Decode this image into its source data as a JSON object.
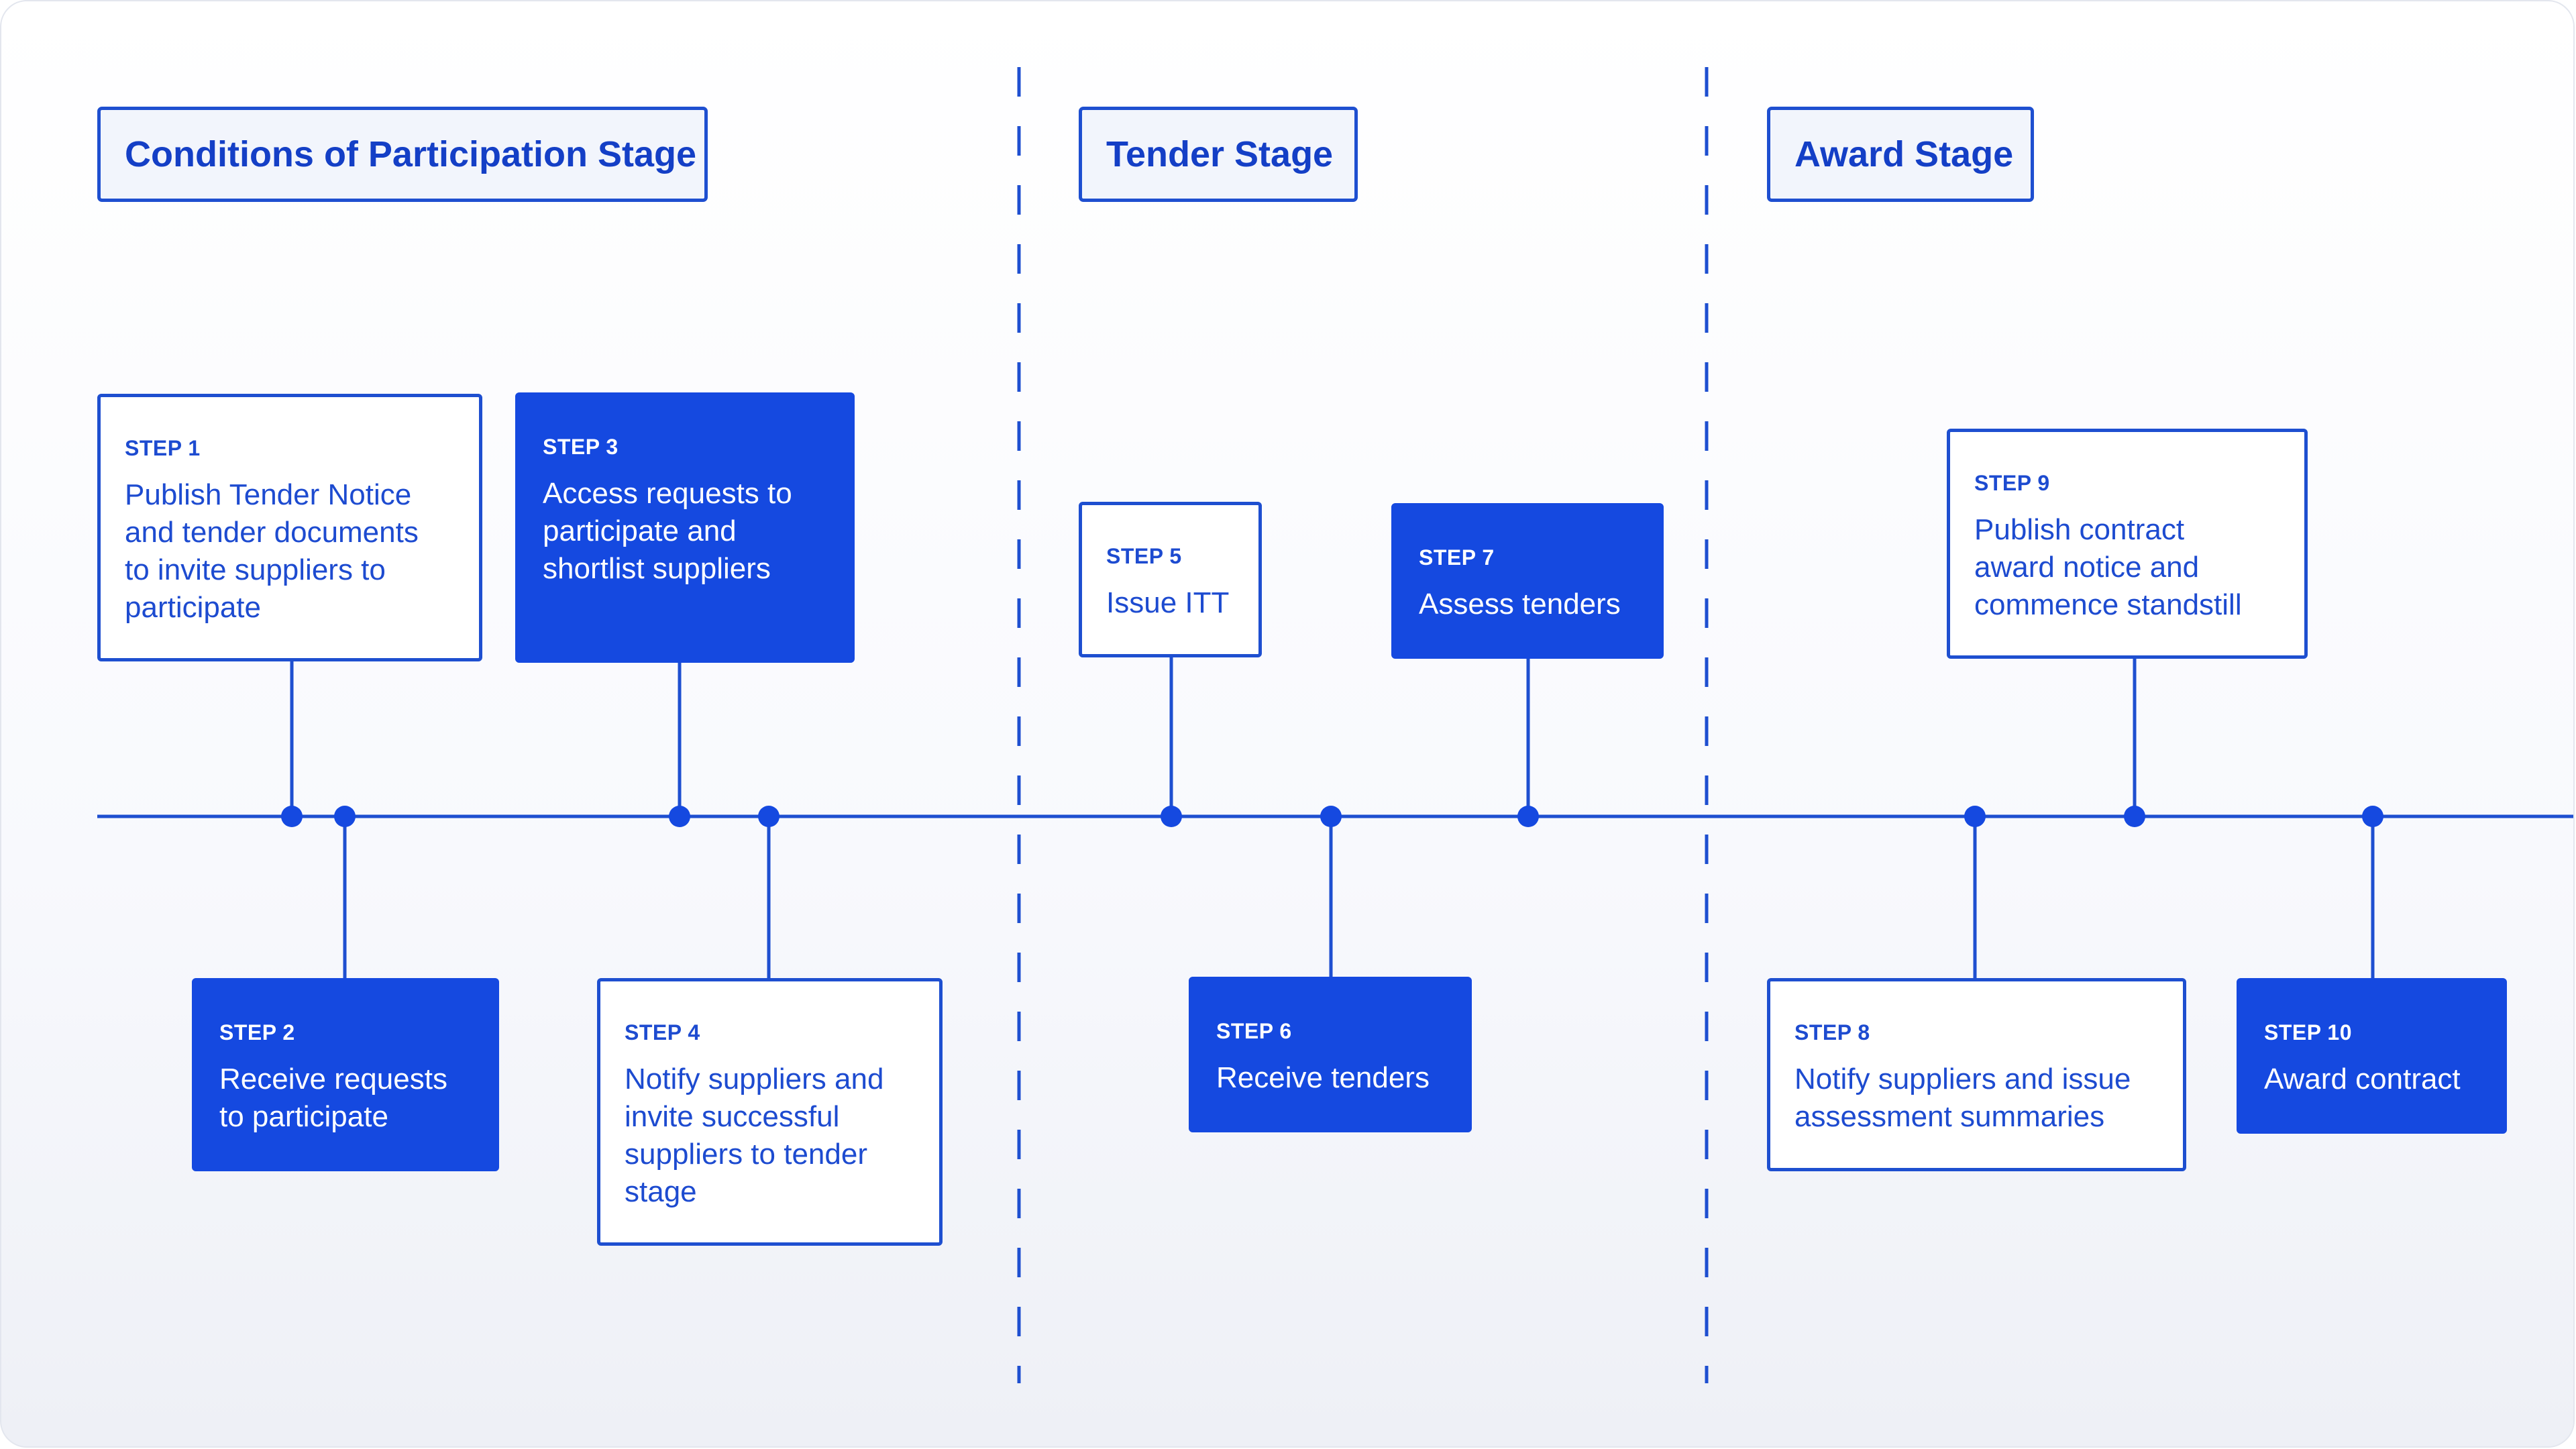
{
  "stages": [
    {
      "title": "Conditions of Participation Stage"
    },
    {
      "title": "Tender Stage"
    },
    {
      "title": "Award Stage"
    }
  ],
  "steps": [
    {
      "label": "STEP 1",
      "text": "Publish Tender Notice\nand tender documents\nto invite suppliers to\nparticipate",
      "style": "outline"
    },
    {
      "label": "STEP 2",
      "text": "Receive requests\nto participate",
      "style": "filled"
    },
    {
      "label": "STEP 3",
      "text": "Access requests to\nparticipate and\nshortlist suppliers",
      "style": "filled"
    },
    {
      "label": "STEP 4",
      "text": "Notify suppliers and\ninvite successful\nsuppliers to tender\nstage",
      "style": "outline"
    },
    {
      "label": "STEP 5",
      "text": "Issue ITT",
      "style": "outline"
    },
    {
      "label": "STEP 6",
      "text": "Receive tenders",
      "style": "filled"
    },
    {
      "label": "STEP 7",
      "text": "Assess tenders",
      "style": "filled"
    },
    {
      "label": "STEP 8",
      "text": "Notify suppliers and issue\nassessment summaries",
      "style": "outline"
    },
    {
      "label": "STEP 9",
      "text": "Publish contract\naward notice and\ncommence standstill",
      "style": "outline"
    },
    {
      "label": "STEP 10",
      "text": "Award contract",
      "style": "filled"
    }
  ],
  "colors": {
    "accent": "#1549e0",
    "line": "#1e4fd0",
    "stage_fill": "#f2f5fc",
    "divider": "#1e4fd0"
  }
}
